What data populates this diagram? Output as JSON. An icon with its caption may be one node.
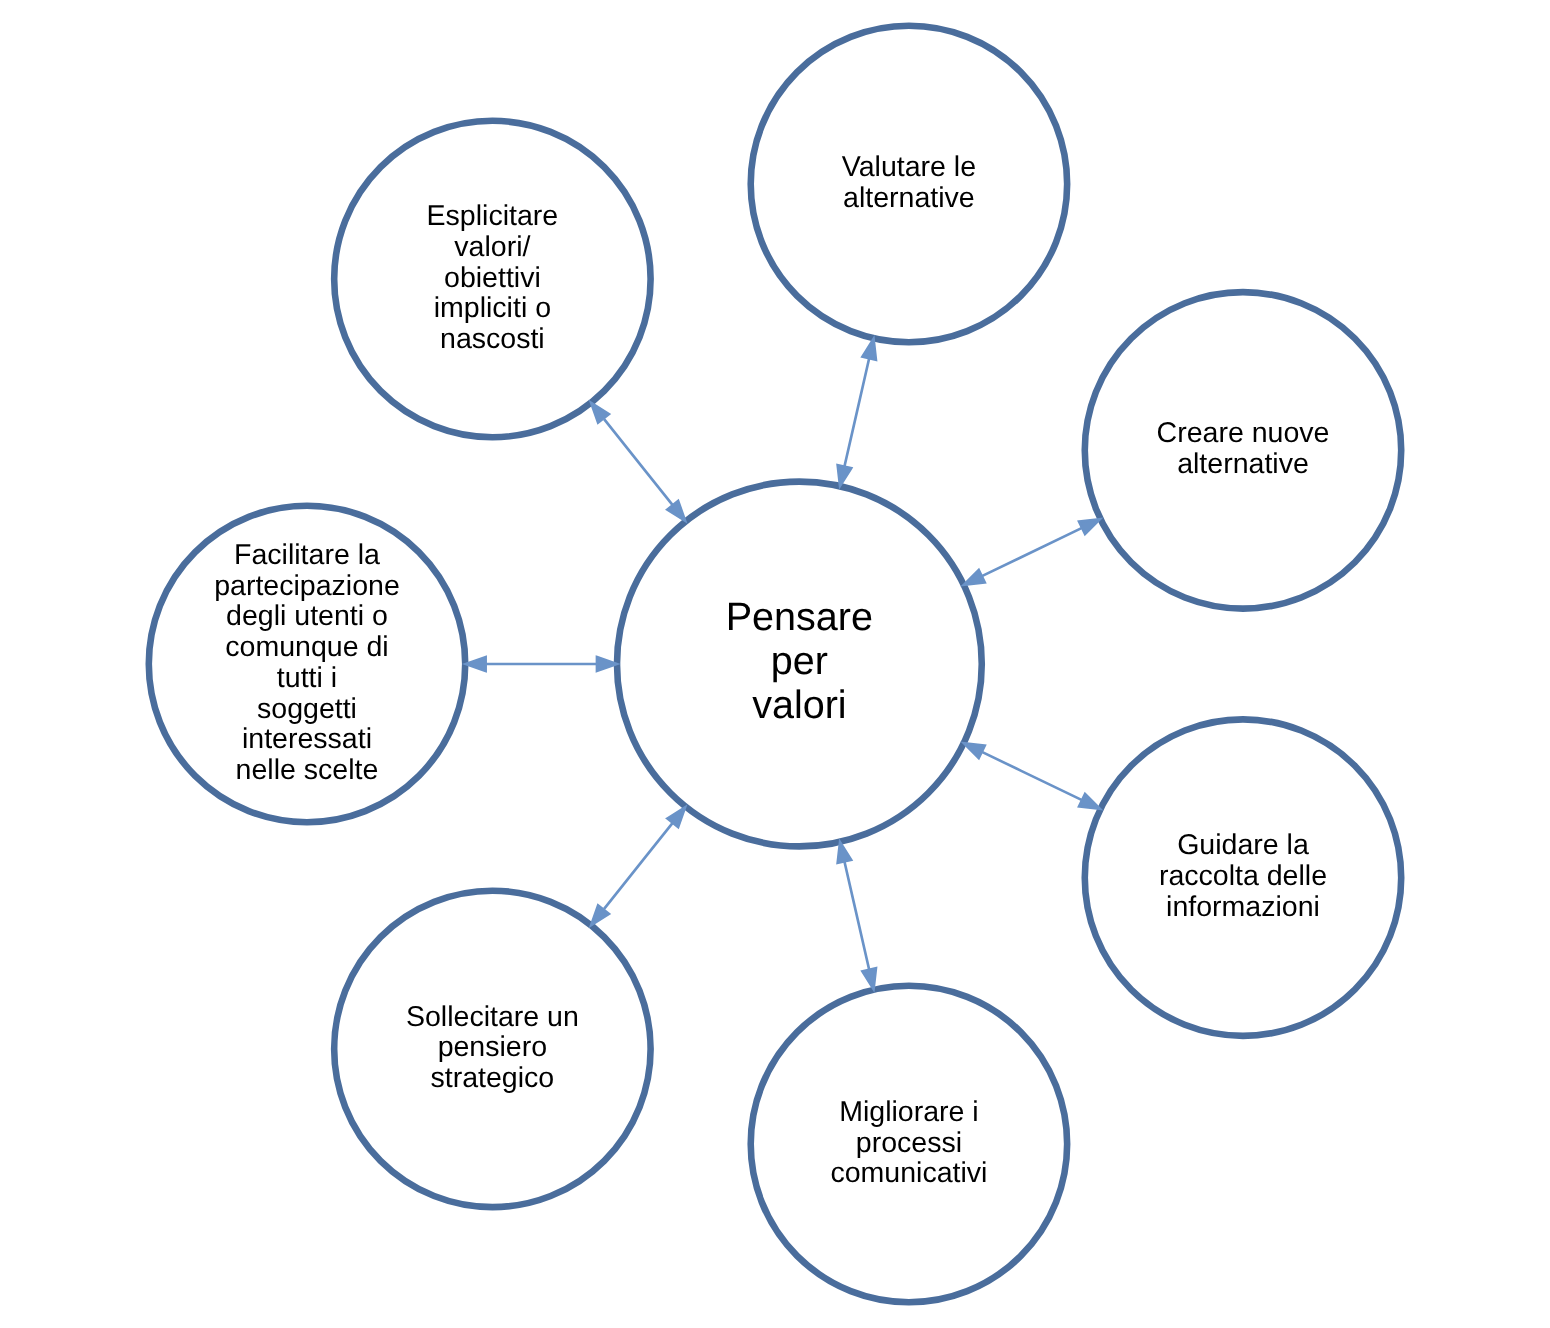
{
  "diagram": {
    "nodes": [
      {
        "text": [
          "Creare nuove alternative"
        ]
      },
      {
        "text": [
          "Valutare le alternative"
        ]
      },
      {
        "text": [
          "Esplicitare valori/ obiettivi impliciti o nascosti"
        ]
      },
      {
        "text": [
          "Facilitare la partecipazione degli utenti o comunque di tutti i soggetti interessati nelle scelte"
        ]
      },
      {
        "text": [
          "Pensare per valori"
        ]
      },
      {
        "text": [
          "Sollecitare un pensiero strategico"
        ]
      },
      {
        "text": [
          "Migliorare i processi comunicativi"
        ]
      },
      {
        "text": [
          "Guidare la raccolta delle informazioni"
        ]
      }
    ],
    "edges": [
      {
        "from": 4,
        "to": 0,
        "arrow": "both"
      },
      {
        "from": 4,
        "to": 2,
        "arrow": "both"
      },
      {
        "from": 4,
        "to": 5,
        "arrow": "both"
      },
      {
        "from": 4,
        "to": 7,
        "arrow": "both"
      },
      {
        "from": 4,
        "to": 6,
        "arrow": "both"
      },
      {
        "from": 4,
        "to": 3,
        "arrow": "both"
      },
      {
        "from": 4,
        "to": 1,
        "arrow": "both"
      }
    ]
  }
}
